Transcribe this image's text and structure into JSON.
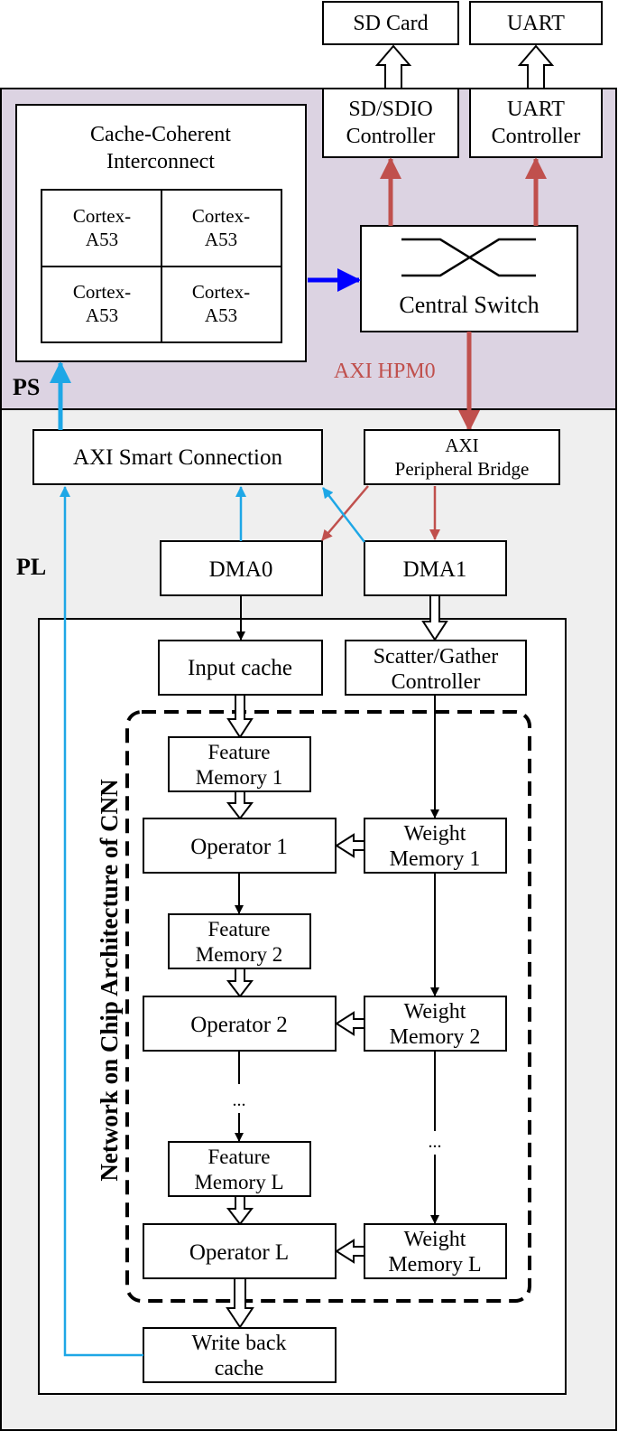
{
  "regions": {
    "ps_label": "PS",
    "pl_label": "PL",
    "noc_label": "Network on Chip Architecture of CNN"
  },
  "external": {
    "sd_card": "SD Card",
    "uart": "UART"
  },
  "ps": {
    "sd_controller": [
      "SD/SDIO",
      "Controller"
    ],
    "uart_controller": [
      "UART",
      "Controller"
    ],
    "cci_title": [
      "Cache-Coherent",
      "Interconnect"
    ],
    "cores": [
      [
        "Cortex-",
        "A53"
      ],
      [
        "Cortex-",
        "A53"
      ],
      [
        "Cortex-",
        "A53"
      ],
      [
        "Cortex-",
        "A53"
      ]
    ],
    "central_switch": "Central Switch",
    "axi_hpm0": "AXI HPM0"
  },
  "pl": {
    "axi_smart_connection": "AXI Smart Connection",
    "axi_peripheral_bridge": [
      "AXI",
      "Peripheral Bridge"
    ],
    "dma0": "DMA0",
    "dma1": "DMA1",
    "input_cache": "Input cache",
    "sg_controller": [
      "Scatter/Gather",
      "Controller"
    ],
    "feature_memory_1": [
      "Feature",
      "Memory 1"
    ],
    "operator_1": "Operator 1",
    "weight_memory_1": [
      "Weight",
      "Memory 1"
    ],
    "feature_memory_2": [
      "Feature",
      "Memory 2"
    ],
    "operator_2": "Operator 2",
    "weight_memory_2": [
      "Weight",
      "Memory 2"
    ],
    "ellipsis_left": "...",
    "ellipsis_right": "...",
    "feature_memory_l": [
      "Feature",
      "Memory L"
    ],
    "operator_l": "Operator L",
    "weight_memory_l": [
      "Weight",
      "Memory L"
    ],
    "write_back_cache": [
      "Write back",
      "cache"
    ]
  },
  "colors": {
    "ps_background": "#dcd3e2",
    "pl_background": "#efefef",
    "axi_red": "#c0504d",
    "cyan": "#1ea7e6",
    "blue": "#0000ff"
  }
}
